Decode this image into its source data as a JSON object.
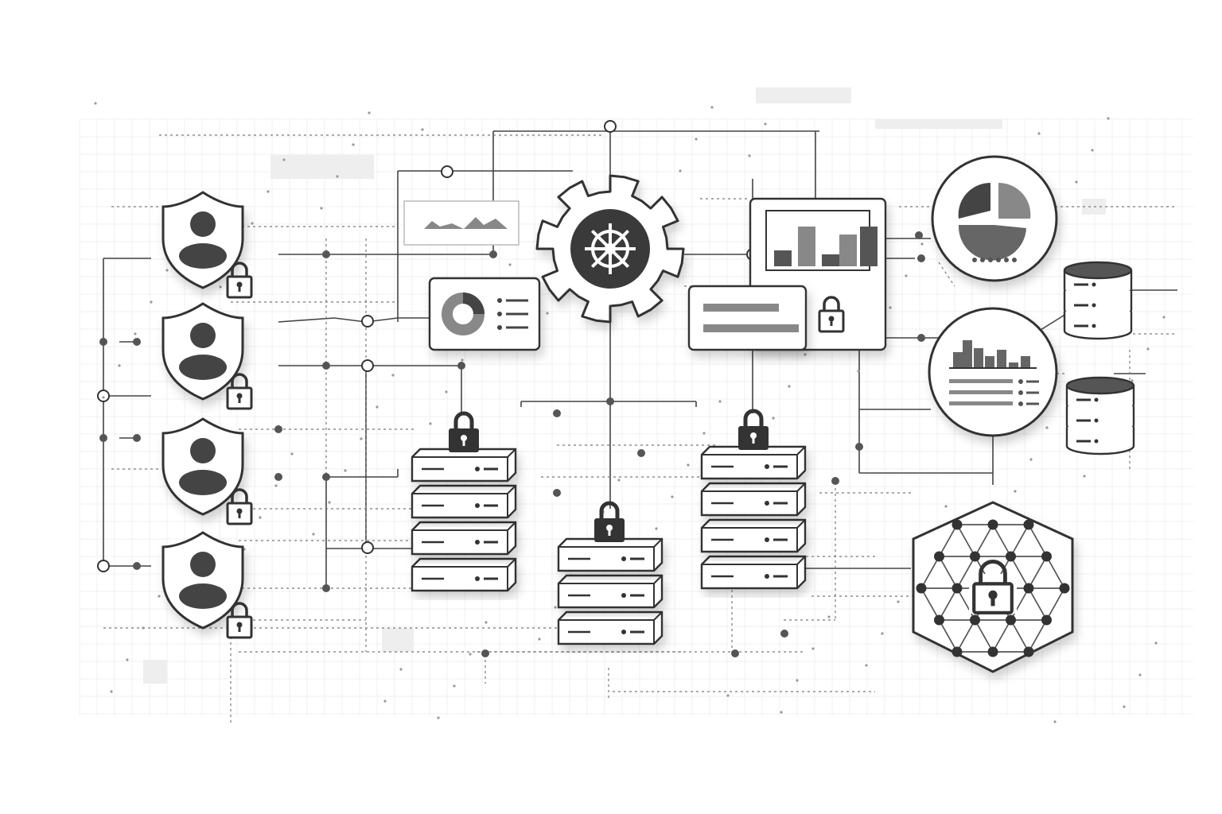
{
  "colors": {
    "background": "#ffffff",
    "outline": "#333333",
    "dark_fill": "#444444",
    "mid_fill": "#8a8a8a",
    "light_fill": "#f4f4f4",
    "grid": "#e6e6e6"
  },
  "icons": {
    "users": [
      "shield-user-icon",
      "shield-user-icon",
      "shield-user-icon",
      "shield-user-icon"
    ],
    "user_lock": "padlock-icon",
    "hub": "gear-icon",
    "hub_center": "ship-wheel-icon",
    "server_stacks": [
      "server-stack-icon",
      "server-stack-icon",
      "server-stack-icon"
    ],
    "panels": [
      "line-chart-panel",
      "donut-chart-panel",
      "bar-chart-panel",
      "horizontal-bar-panel"
    ],
    "circles": [
      "pie-chart-circle",
      "bar-chart-circle"
    ],
    "databases": [
      "database-icon",
      "database-icon"
    ],
    "network": "hexagon-network-lock-icon"
  }
}
